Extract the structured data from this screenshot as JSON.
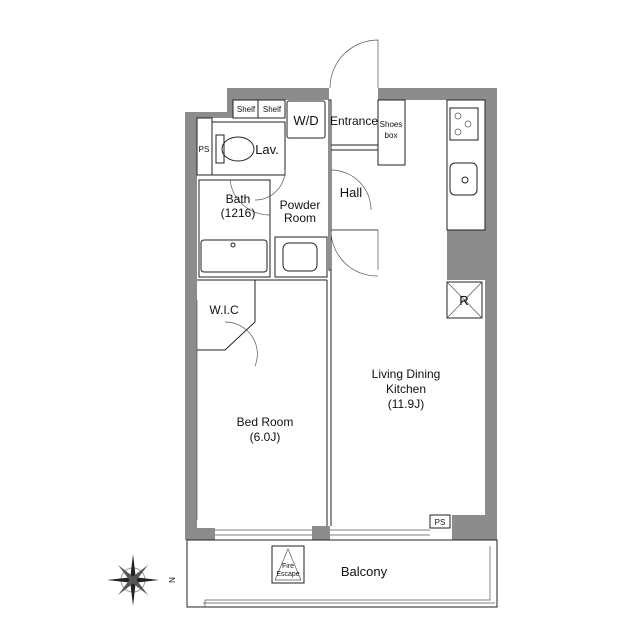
{
  "rooms": {
    "shelf_1": "Shelf",
    "shelf_2": "Shelf",
    "washer_dryer": "W/D",
    "entrance": "Entrance",
    "shoes_box_line1": "Shoes",
    "shoes_box_line2": "box",
    "pipe_space_top": "PS",
    "lavatory": "Lav.",
    "bath": "Bath",
    "bath_size": "(1216)",
    "powder_room_line1": "Powder",
    "powder_room_line2": "Room",
    "hall": "Hall",
    "refrigerator": "R",
    "walk_in_closet": "W.I.C",
    "living_line1": "Living Dining",
    "living_line2": "Kitchen",
    "living_size": "(11.9J)",
    "bedroom": "Bed Room",
    "bedroom_size": "(6.0J)",
    "pipe_space_bottom": "PS",
    "fire_escape_line1": "Fire",
    "fire_escape_line2": "Escape",
    "balcony": "Balcony"
  },
  "compass": {
    "north_label": "N"
  },
  "colors": {
    "wall": "#8c8c8c",
    "line": "#222222"
  }
}
